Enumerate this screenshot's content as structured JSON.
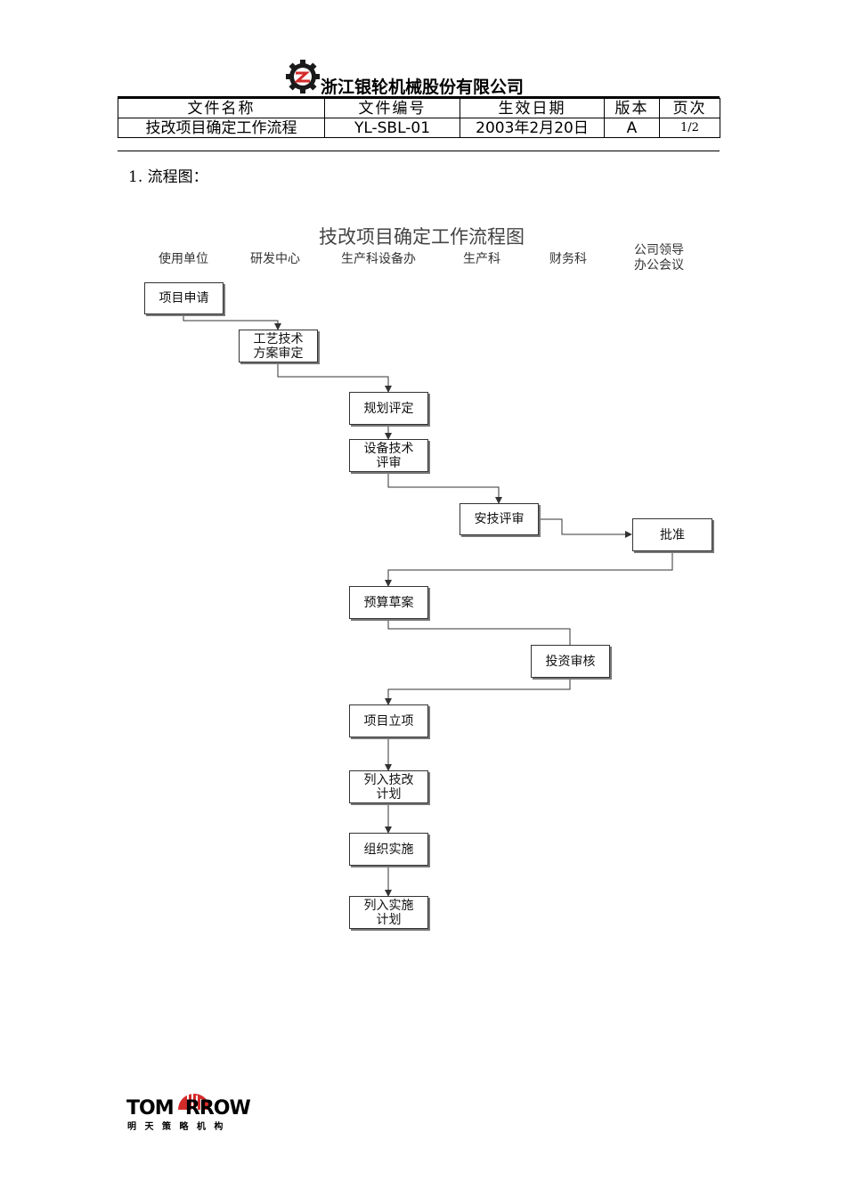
{
  "header": {
    "company_name": "浙江银轮机械股份有限公司",
    "table": {
      "headers": [
        "文件名称",
        "文件编号",
        "生效日期",
        "版本",
        "页次"
      ],
      "values": [
        "技改项目确定工作流程",
        "YL-SBL-01",
        "2003年2月20日",
        "A",
        "1/2"
      ]
    }
  },
  "section": {
    "title": "1.  流程图："
  },
  "flowchart": {
    "title": "技改项目确定工作流程图",
    "lanes": [
      "使用单位",
      "研发中心",
      "生产科设备办",
      "生产科",
      "财务科",
      "公司领导\n办公会议"
    ],
    "nodes": [
      "项目申请",
      "工艺技术\n方案审定",
      "规划评定",
      "设备技术\n评审",
      "安技评审",
      "批准",
      "预算草案",
      "投资审核",
      "项目立项",
      "列入技改\n计划",
      "组织实施",
      "列入实施\n计划"
    ]
  },
  "footer": {
    "logo_text": "TOM  RROW",
    "logo_caption": "明 天 策 略 机 构"
  },
  "colors": {
    "logo_red": "#d42a2a",
    "line": "#333333",
    "text": "#000000"
  }
}
